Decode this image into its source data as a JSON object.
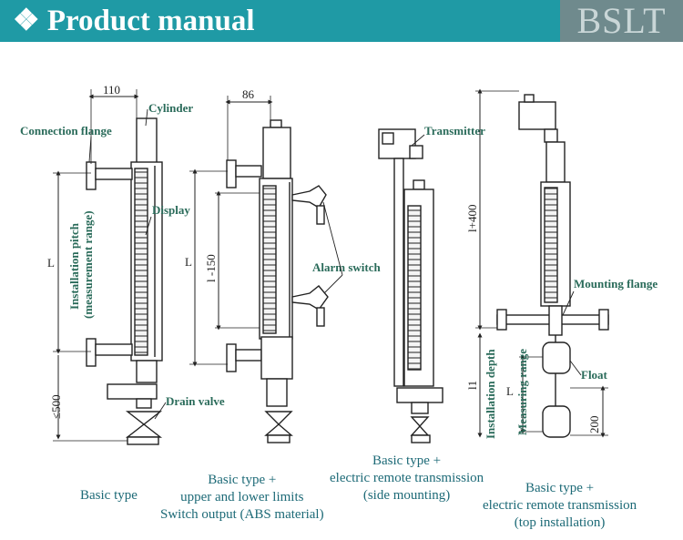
{
  "banner": {
    "title": "Product manual",
    "logo": "BSLT",
    "bullet_icon": "diamond-bullet-icon",
    "color": "#1f9aa5"
  },
  "labels": {
    "cylinder": "Cylinder",
    "connection_flange": "Connection flange",
    "display": "Display",
    "drain_valve": "Drain valve",
    "alarm_switch": "Alarm switch",
    "transmitter": "Transmitter",
    "mounting_flange": "Mounting flange",
    "float": "Float",
    "installation_pitch_1": "Installation pitch",
    "installation_pitch_2": "(measurement range)",
    "installation_depth": "Installation depth",
    "measuring_range": "Measuring range"
  },
  "dimensions": {
    "d110": "110",
    "d86": "86",
    "L1": "L",
    "le500": "≤500",
    "L2": "L",
    "l150": "l -150",
    "l400": "l+400",
    "l1": "l1",
    "L3": "L",
    "d200": "200"
  },
  "captions": {
    "c1": [
      "Basic type"
    ],
    "c2": [
      "Basic type +",
      "upper and lower limits",
      "Switch output (ABS material)"
    ],
    "c3": [
      "Basic type +",
      "electric remote transmission",
      "(side mounting)"
    ],
    "c4": [
      "Basic type +",
      "electric remote transmission",
      "(top installation)"
    ]
  },
  "colors": {
    "label": "#2a6b5a",
    "caption": "#1d6a77"
  }
}
